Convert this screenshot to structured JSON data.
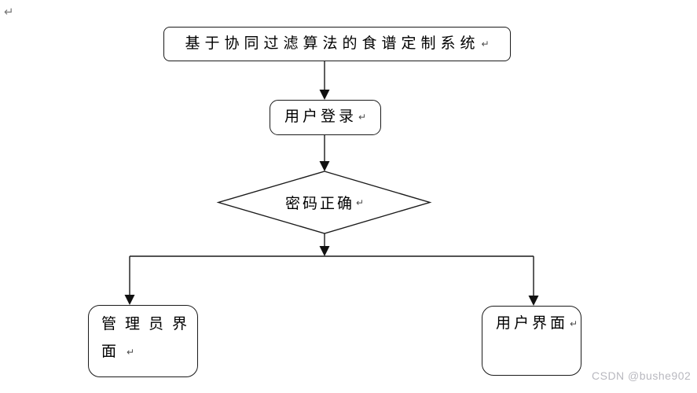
{
  "marks": {
    "paragraph_return": "↵"
  },
  "flowchart": {
    "nodes": {
      "title": {
        "label": "基于协同过滤算法的食谱定制系统",
        "shape": "rounded-rect"
      },
      "login": {
        "label": "用户登录",
        "shape": "rounded-rect"
      },
      "decision": {
        "label": "密码正确",
        "shape": "diamond"
      },
      "admin": {
        "label": "管理员界面",
        "lines": [
          "管理员界",
          "面"
        ],
        "shape": "rounded-rect"
      },
      "user": {
        "label": "用户界面",
        "shape": "rounded-rect"
      }
    },
    "edges": [
      "title -> login",
      "login -> decision",
      "decision -> admin",
      "decision -> user"
    ],
    "colors": {
      "stroke": "#1a1a1a",
      "text": "#000000",
      "background": "#ffffff"
    }
  },
  "watermark": {
    "text": "CSDN @bushe902",
    "color": "#b8b8bf"
  }
}
